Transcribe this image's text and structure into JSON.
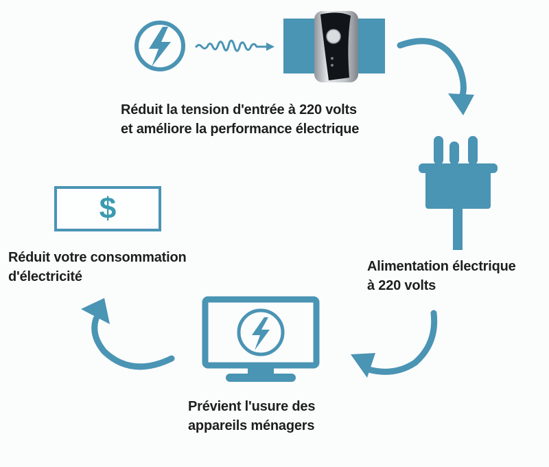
{
  "colors": {
    "accent": "#4a94b4",
    "accent_dark": "#3f86a6",
    "device_black": "#111418",
    "device_silver": "#c2c6cb",
    "text": "#1e1e1e",
    "background": "#fbfcfc"
  },
  "cycle": {
    "steps": [
      {
        "id": "step-input",
        "icons": [
          "lightning-circle-icon",
          "wave-arrow-icon",
          "power-saver-device-icon"
        ],
        "lines": [
          "Réduit la tension d'entrée à 220 volts",
          "et améliore la performance électrique"
        ]
      },
      {
        "id": "step-supply",
        "icons": [
          "plug-icon"
        ],
        "lines": [
          "Alimentation électrique",
          "à 220 volts"
        ]
      },
      {
        "id": "step-appliances",
        "icons": [
          "monitor-lightning-icon"
        ],
        "lines": [
          "Prévient l'usure des",
          "appareils ménagers"
        ]
      },
      {
        "id": "step-consumption",
        "icons": [
          "dollar-bill-icon"
        ],
        "lines": [
          "Réduit votre consommation",
          "d'électricité"
        ]
      }
    ],
    "arrows": [
      "clockwise-arrow-top-right",
      "clockwise-arrow-bottom-right",
      "clockwise-arrow-bottom-left"
    ],
    "dollar_symbol": "$"
  }
}
